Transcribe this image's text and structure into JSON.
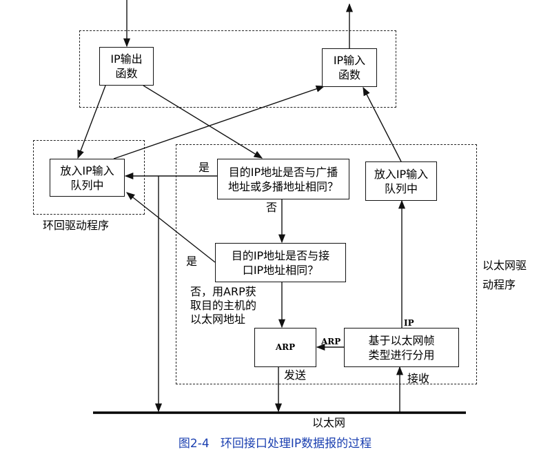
{
  "boxes": {
    "ip_output": "IP输出\n函数",
    "ip_input": "IP输入\n函数",
    "enqueue_left": "放入IP输入\n队列中",
    "enqueue_right": "放入IP输入\n队列中",
    "check_broadcast": "目的IP地址是否与广播\n地址或多播地址相同？",
    "check_iface": "目的IP地址是否与接\n口IP地址相同？",
    "arp": "ARP",
    "demux": "基于以太网帧\n类型进行分用"
  },
  "labels": {
    "yes_1": "是",
    "yes_2": "是",
    "no_1": "否",
    "no_arp": "否，用ARP获\n取目的主机的\n以太网地址",
    "loopback_driver": "环回驱动程序",
    "ethernet_driver": "以太网驱\n动程序",
    "arp_edge": "ARP",
    "ip_edge": "IP",
    "send": "发送",
    "receive": "接收",
    "ethernet": "以太网"
  },
  "caption": "图2-4   环回接口处理IP数据报的过程",
  "colors": {
    "caption": "#1a3fb0",
    "line": "#111111"
  }
}
